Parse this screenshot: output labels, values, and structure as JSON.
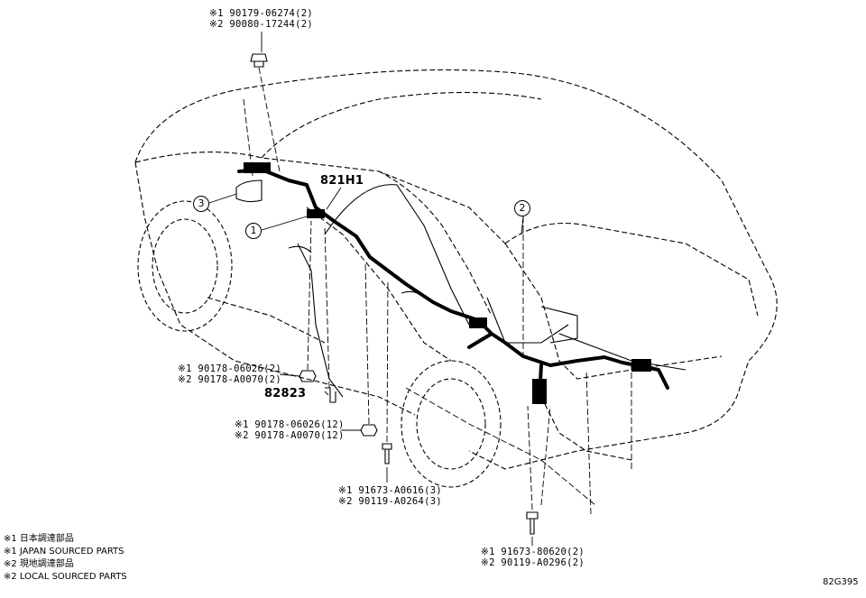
{
  "labels": {
    "top_clip": [
      "※1 90179-06274(2)",
      "※2 90080-17244(2)"
    ],
    "harness_part": "821H1",
    "mid_nut": [
      "※1 90178-06026(2)",
      "※2 90178-A0070(2)"
    ],
    "clamp_part": "82823",
    "lower_nut": [
      "※1 90178-06026(12)",
      "※2 90178-A0070(12)"
    ],
    "center_bolt": [
      "※1 91673-A0616(3)",
      "※2 90119-A0264(3)"
    ],
    "rear_bolt": [
      "※1 91673-80620(2)",
      "※2 90119-A0296(2)"
    ]
  },
  "callouts": [
    "1",
    "2",
    "3"
  ],
  "notes": [
    "※1 日本調達部品",
    "※1 JAPAN SOURCED PARTS",
    "※2 現地調達部品",
    "※2 LOCAL SOURCED PARTS"
  ],
  "figure_id": "82G395"
}
